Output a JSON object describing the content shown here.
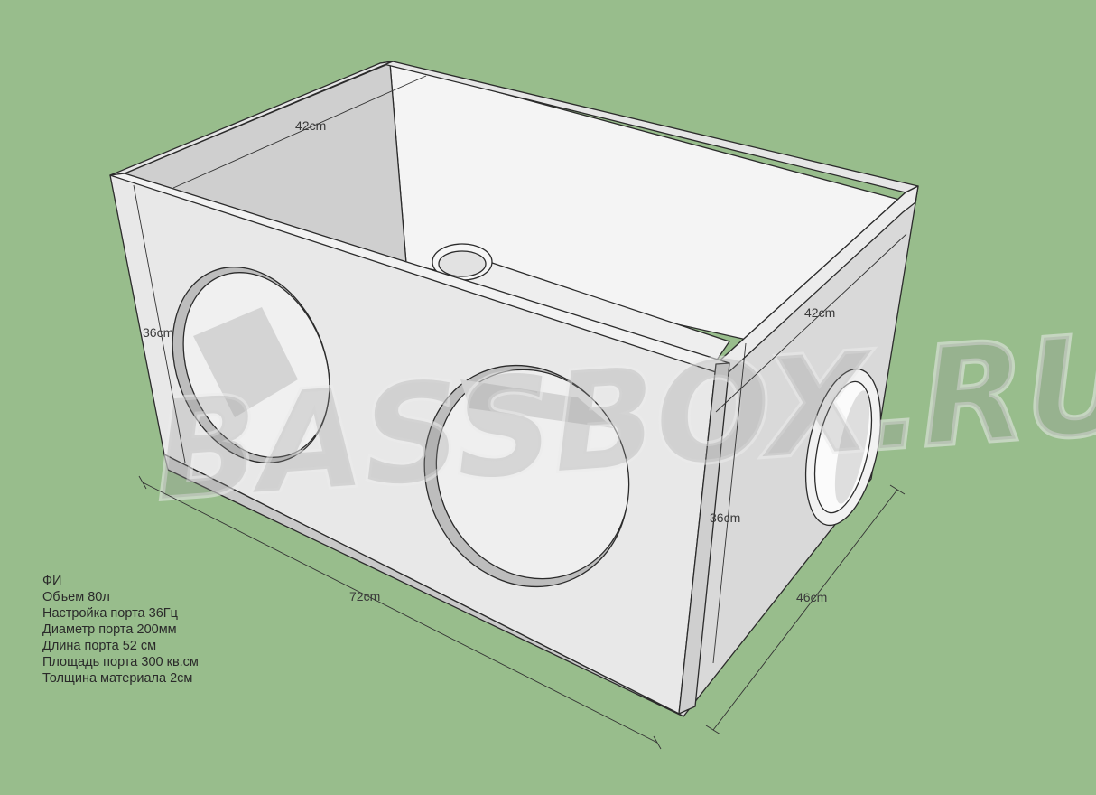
{
  "colors": {
    "background": "#98bd8c",
    "panel_front": "#e9e9e9",
    "panel_inner": "#f3f3f3",
    "panel_side": "#dadada",
    "edge": "#2b2b2b",
    "text": "#2a2a2a",
    "watermark": "#9a9a9a"
  },
  "dimensions": {
    "top_depth": "42cm",
    "side_depth": "42cm",
    "front_height": "36cm",
    "side_height": "36cm",
    "length": "72cm",
    "width": "46cm"
  },
  "watermark": "BASSBOX.RU",
  "specs": [
    "ФИ",
    "Объем 80л",
    "Настройка порта 36Гц",
    "Диаметр порта 200мм",
    "Длина порта 52 см",
    "Площадь порта 300 кв.см",
    "Толщина материала 2см"
  ]
}
